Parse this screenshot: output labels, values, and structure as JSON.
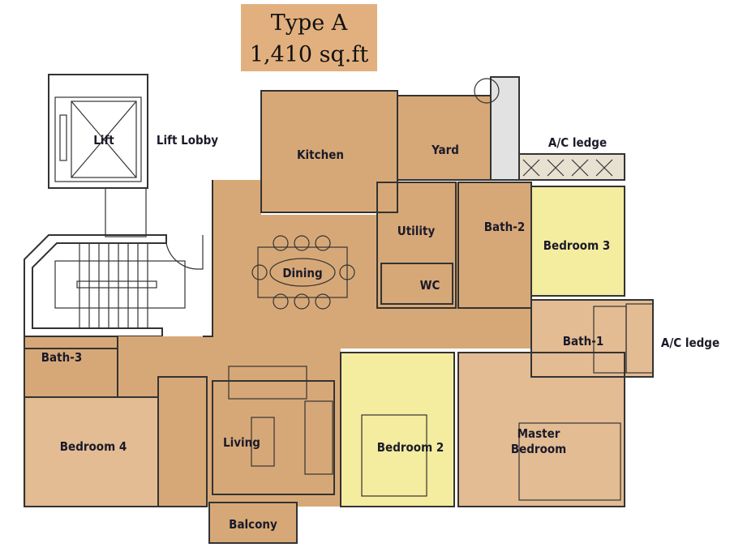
{
  "title": {
    "type": "Type A",
    "area": "1,410 sq.ft"
  },
  "colors": {
    "living_area": "#d7a877",
    "bedroom_light": "#e3bc93",
    "bedroom_yellow": "#f4ec9e",
    "title_box": "#e2b07f"
  },
  "rooms": {
    "lift": "Lift",
    "lift_lobby": "Lift Lobby",
    "kitchen": "Kitchen",
    "yard": "Yard",
    "ac_ledge_top": "A/C ledge",
    "utility": "Utility",
    "bath2": "Bath-2",
    "bedroom3": "Bedroom 3",
    "dining": "Dining",
    "wc": "WC",
    "bath1": "Bath-1",
    "ac_ledge_right": "A/C ledge",
    "bath3": "Bath-3",
    "bedroom4": "Bedroom 4",
    "living": "Living",
    "bedroom2": "Bedroom 2",
    "master1": "Master",
    "master2": "Bedroom",
    "balcony": "Balcony"
  }
}
